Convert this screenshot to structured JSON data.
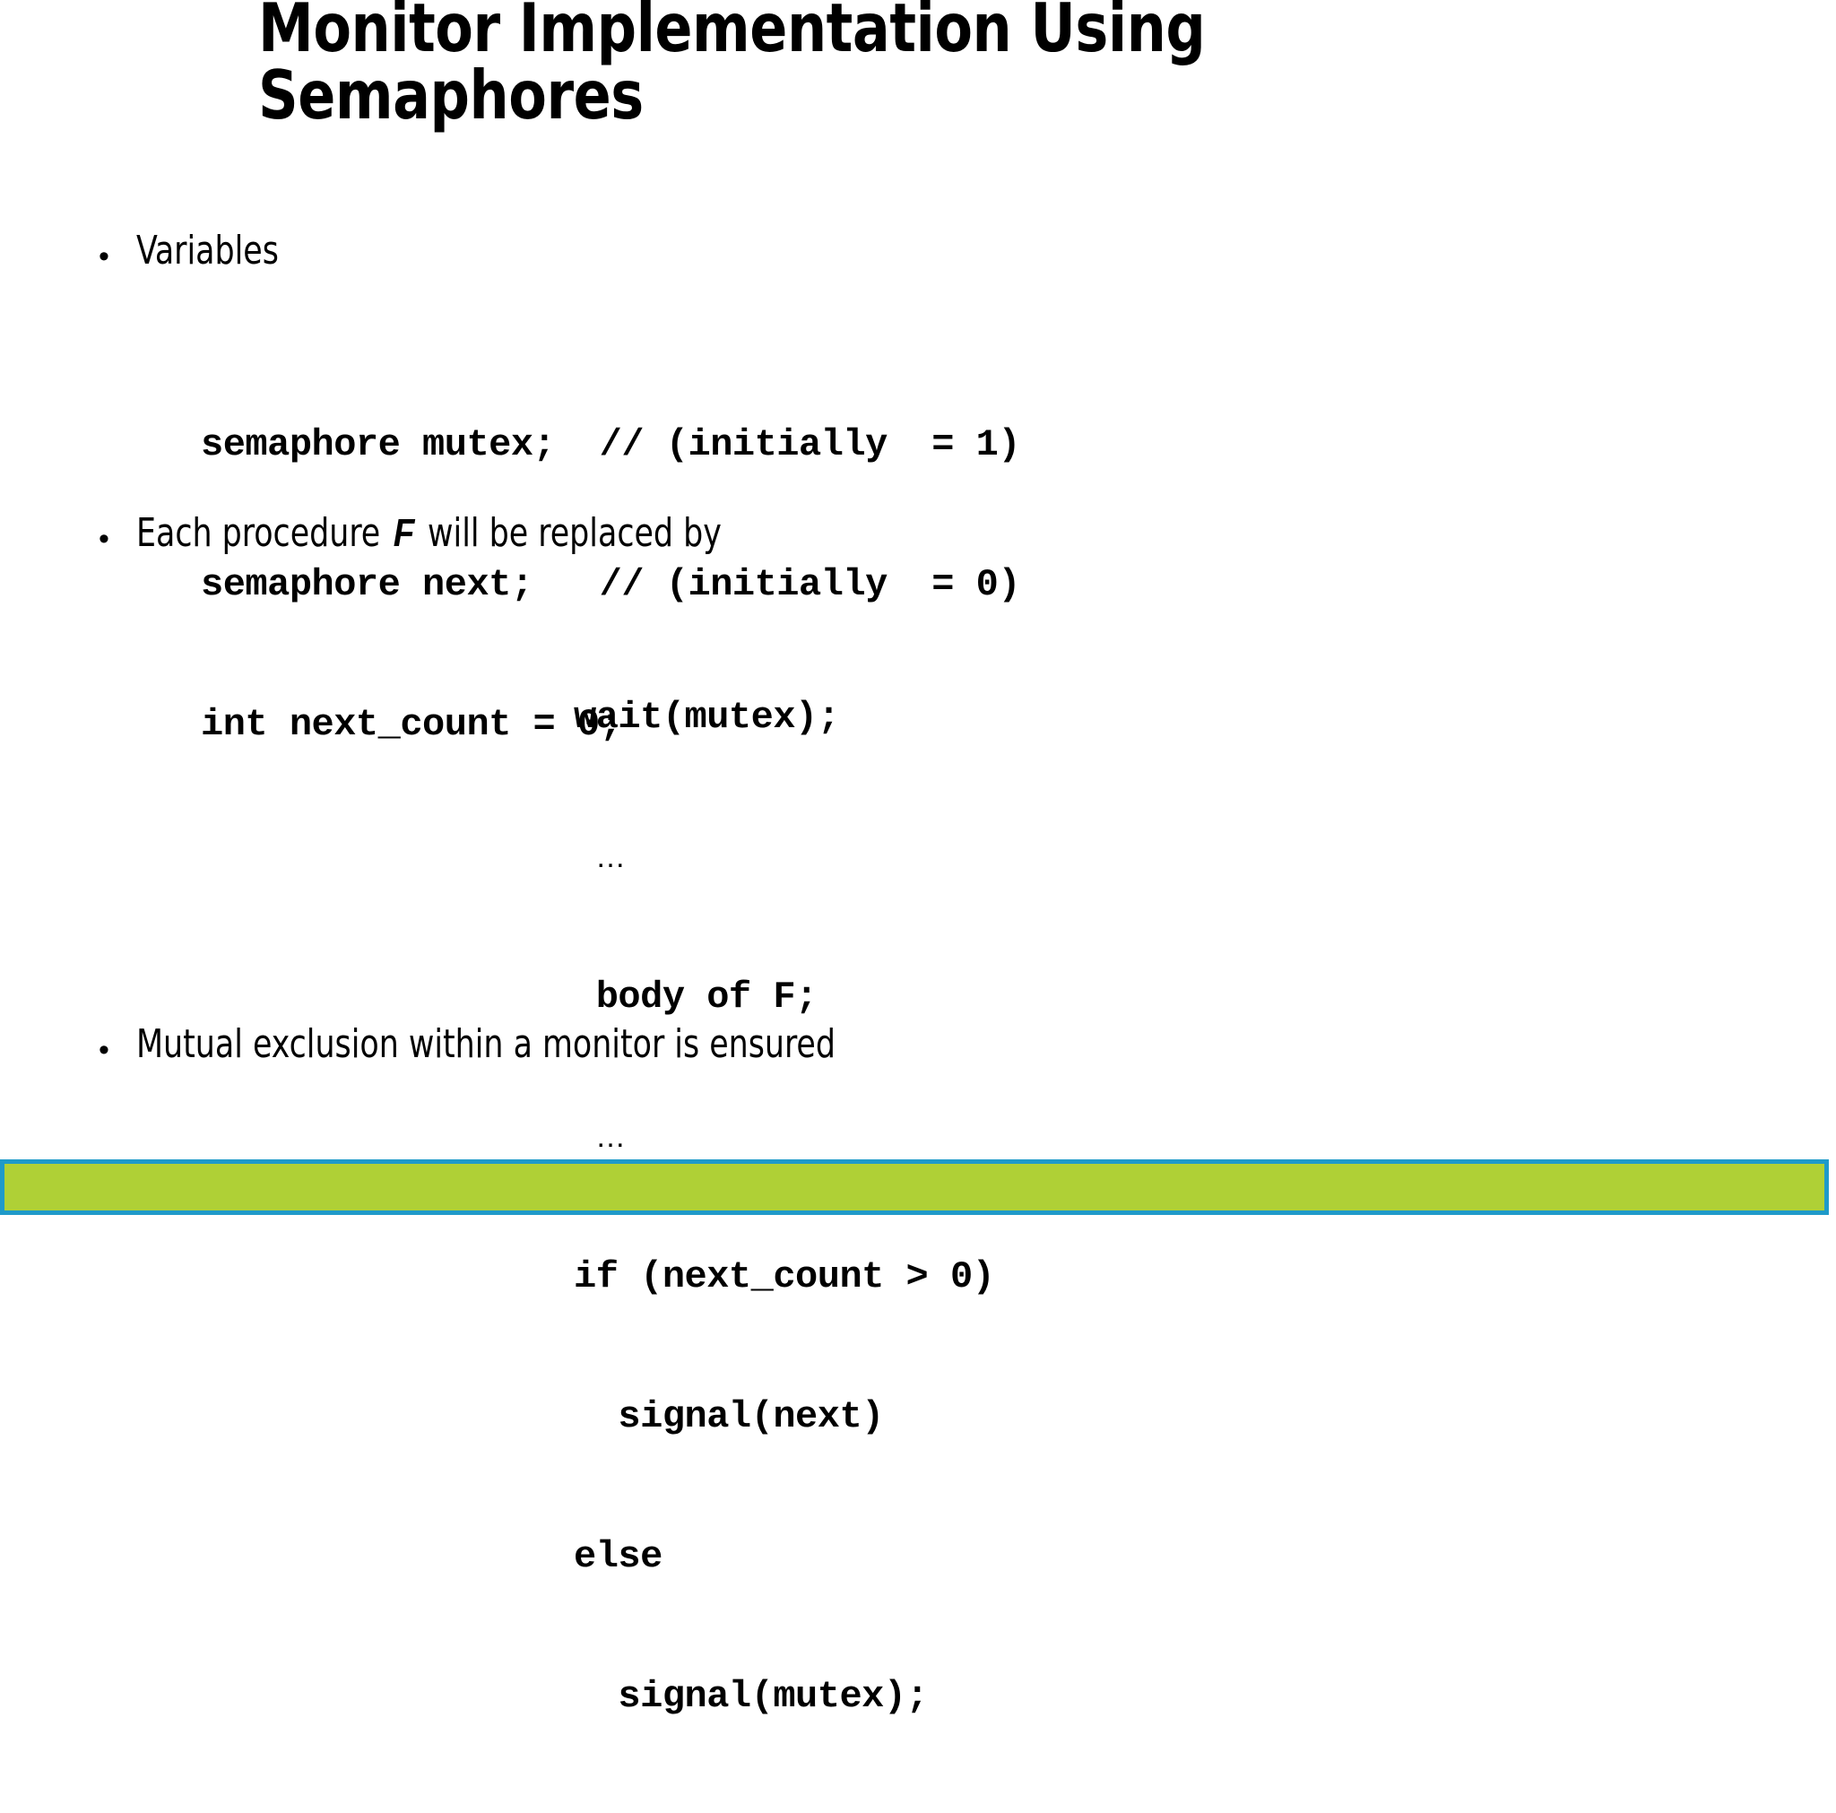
{
  "slide": {
    "title": "Monitor Implementation Using Semaphores",
    "title_lines": [
      "Monitor Implementation Using",
      "Semaphores"
    ],
    "bullet_marker": "•",
    "bullets": [
      {
        "id": "variables",
        "text": "Variables"
      },
      {
        "id": "procedure",
        "text_before": "Each procedure ",
        "emphasis": "F",
        "text_after": " will be replaced by"
      },
      {
        "id": "mutual",
        "text": "Mutual exclusion within a monitor is ensured"
      }
    ],
    "code_variables": {
      "lines": [
        "semaphore mutex;  // (initially  = 1)",
        "semaphore next;   // (initially  = 0)",
        "int next_count = 0;"
      ]
    },
    "code_procedure": {
      "lines": [
        "wait(mutex);",
        "…",
        " body of F;",
        "…",
        "if (next_count > 0)",
        "  signal(next)",
        "else",
        "  signal(mutex);"
      ],
      "line_1": "wait(mutex);",
      "line_2": "…",
      "line_3": " body of F;",
      "line_4": "…",
      "line_5": "if (next_count > 0)",
      "line_6": "  signal(next)",
      "line_7": "else",
      "line_8": "  signal(mutex);"
    },
    "colors": {
      "bar_fill": "#AFD036",
      "bar_border": "#1F9AC9",
      "text": "#000000",
      "background": "#FFFFFF"
    }
  }
}
